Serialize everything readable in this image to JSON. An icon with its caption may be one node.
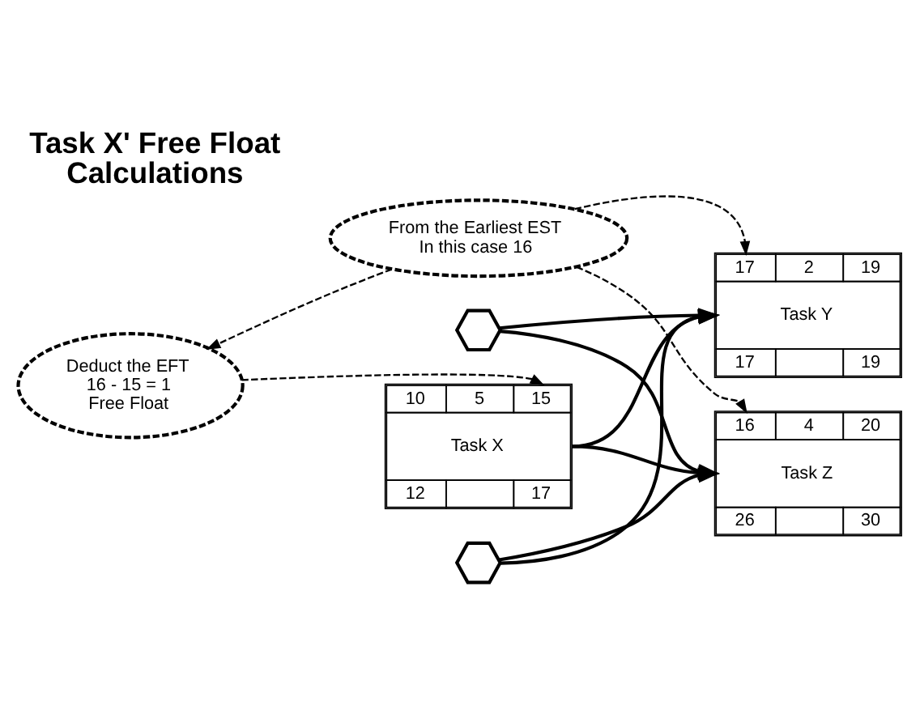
{
  "diagram": {
    "title": "Task X' Free Float Calculations",
    "nodes": [
      {
        "text": [],
        "shape": "hexagon"
      },
      {
        "text": [
          "17",
          "2",
          "19",
          "Task Y",
          "17",
          "19"
        ]
      },
      {
        "text": [
          "10",
          "5",
          "15",
          "Task X",
          "12",
          "17"
        ]
      },
      {
        "text": [
          "From the Earliest EST In this case 16"
        ]
      },
      {
        "text": [
          "Deduct the EFT 16 - 15 = 1 Free Float"
        ]
      },
      {
        "text": [
          "16",
          "4",
          "20",
          "Task Z",
          "26",
          "30"
        ]
      },
      {
        "text": [],
        "shape": "hexagon"
      }
    ],
    "edges": [
      {
        "from": 0,
        "to": 1,
        "arrow": "to"
      },
      {
        "from": 0,
        "to": 5,
        "arrow": "to"
      },
      {
        "from": 2,
        "to": 1,
        "arrow": "to"
      },
      {
        "from": 2,
        "to": 5,
        "arrow": "to"
      },
      {
        "from": 6,
        "to": 1,
        "arrow": "to"
      },
      {
        "from": 6,
        "to": 5,
        "arrow": "to"
      },
      {
        "from": 3,
        "to": 1,
        "arrow": "to",
        "style": "dashed"
      },
      {
        "from": 4,
        "to": 2,
        "arrow": "to",
        "style": "dashed"
      },
      {
        "from": 3,
        "to": 4,
        "arrow": "to",
        "style": "dashed"
      },
      {
        "from": 3,
        "to": 5,
        "arrow": "to",
        "style": "dashed"
      }
    ]
  }
}
